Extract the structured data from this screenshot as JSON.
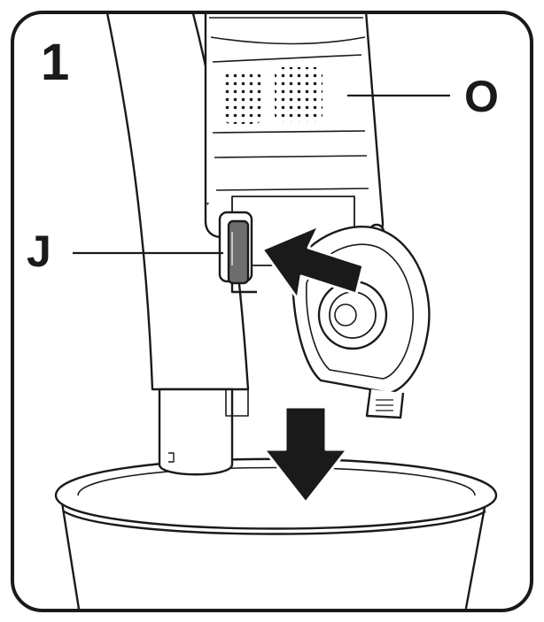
{
  "step_number": "1",
  "callouts": {
    "o": "O",
    "j": "J"
  },
  "colors": {
    "line": "#1a1a1a",
    "fill": "#ffffff",
    "shade": "#6e6e6e"
  },
  "icons": [
    "vacuum-handle",
    "dust-bin",
    "bin-lid",
    "release-latch",
    "push-arrow-icon",
    "down-arrow-icon",
    "trash-bin"
  ]
}
